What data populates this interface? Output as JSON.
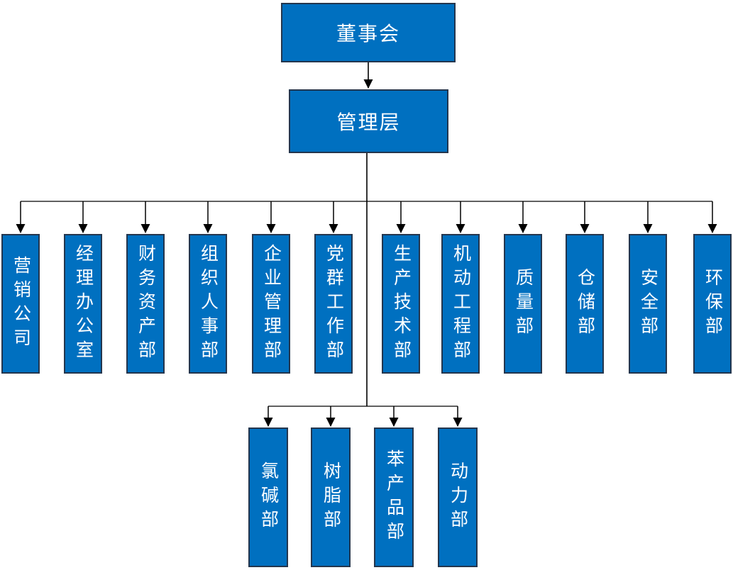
{
  "org_chart": {
    "root": {
      "label": "董事会"
    },
    "management": {
      "label": "管理层"
    },
    "departments": [
      {
        "label": "营销公司"
      },
      {
        "label": "经理办公室"
      },
      {
        "label": "财务资产部"
      },
      {
        "label": "组织人事部"
      },
      {
        "label": "企业管理部"
      },
      {
        "label": "党群工作部"
      },
      {
        "label": "生产技术部"
      },
      {
        "label": "机动工程部"
      },
      {
        "label": "质量部"
      },
      {
        "label": "仓储部"
      },
      {
        "label": "安全部"
      },
      {
        "label": "环保部"
      }
    ],
    "sub_units": [
      {
        "label": "氯碱部"
      },
      {
        "label": "树脂部"
      },
      {
        "label": "苯产品部"
      },
      {
        "label": "动力部"
      }
    ],
    "colors": {
      "box_fill": "#0070C0",
      "box_border": "#24364E",
      "text": "#FFFFFF",
      "connector": "#000000",
      "background": "#FFFFFF"
    }
  }
}
